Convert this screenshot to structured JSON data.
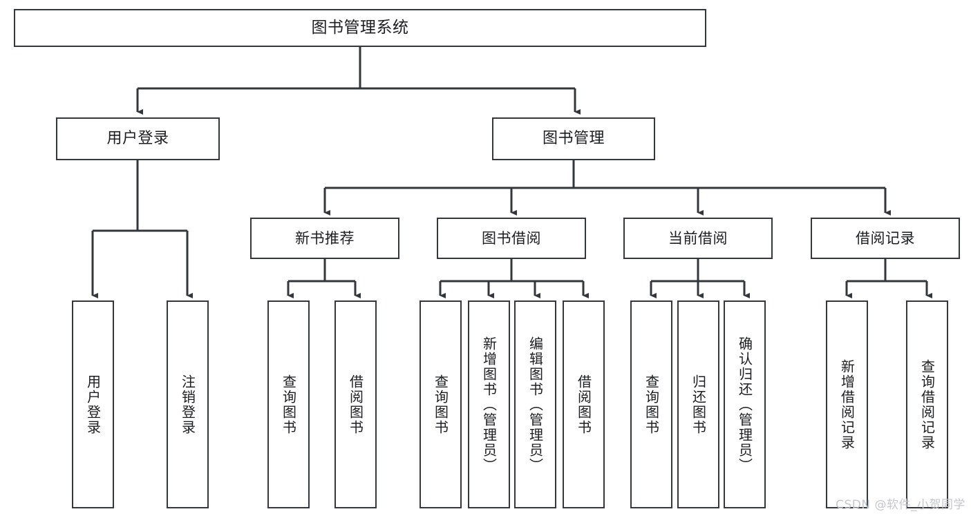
{
  "diagram": {
    "title": "图书管理系统",
    "watermark": "CSDN @软件_小贺同学",
    "stroke_color": "#33363a",
    "text_color": "#1b1d1f",
    "background_color": "#ffffff",
    "watermark_color": "#c4c7cb"
  },
  "nodes": {
    "root": {
      "label": "图书管理系统"
    },
    "level2": [
      {
        "label": "用户登录"
      },
      {
        "label": "图书管理"
      }
    ],
    "level3": [
      {
        "label": "新书推荐"
      },
      {
        "label": "图书借阅"
      },
      {
        "label": "当前借阅"
      },
      {
        "label": "借阅记录"
      }
    ],
    "leaves": {
      "user_login": [
        {
          "label": "用户登录"
        },
        {
          "label": "注销登录"
        }
      ],
      "new_book": [
        {
          "label": "查询图书"
        },
        {
          "label": "借阅图书"
        }
      ],
      "borrow_book": [
        {
          "label": "查询图书"
        },
        {
          "label": "新增图书（管理员）"
        },
        {
          "label": "编辑图书（管理员）"
        },
        {
          "label": "借阅图书"
        }
      ],
      "current_borrow": [
        {
          "label": "查询图书"
        },
        {
          "label": "归还图书"
        },
        {
          "label": "确认归还（管理员）"
        }
      ],
      "borrow_record": [
        {
          "label": "新增借阅记录"
        },
        {
          "label": "查询借阅记录"
        }
      ]
    }
  }
}
